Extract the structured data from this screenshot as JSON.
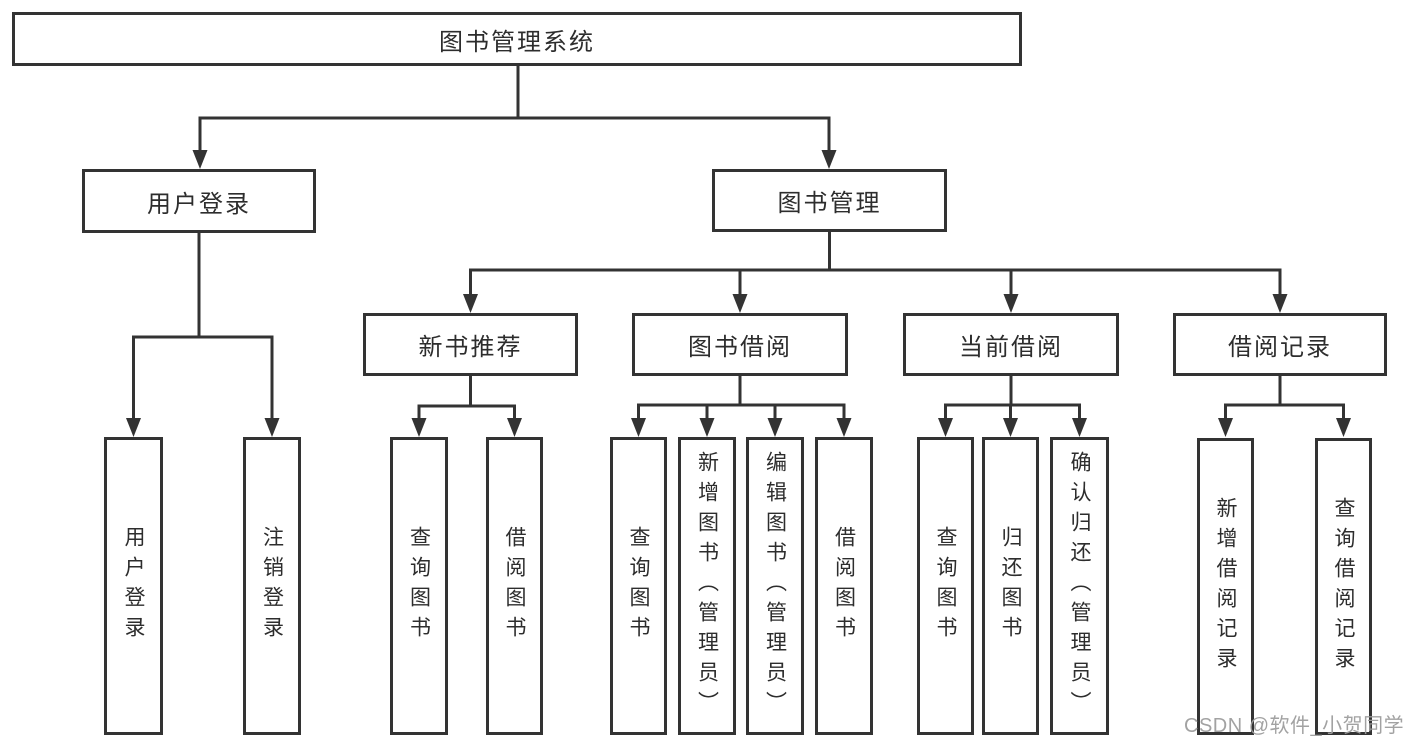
{
  "title": {
    "label": "图书管理系统"
  },
  "level2": [
    {
      "label": "用户登录"
    },
    {
      "label": "图书管理"
    }
  ],
  "level3": [
    {
      "label": "新书推荐"
    },
    {
      "label": "图书借阅"
    },
    {
      "label": "当前借阅"
    },
    {
      "label": "借阅记录"
    }
  ],
  "leaves": [
    {
      "label": "用户登录"
    },
    {
      "label": "注销登录"
    },
    {
      "label": "查询图书"
    },
    {
      "label": "借阅图书"
    },
    {
      "label": "查询图书"
    },
    {
      "label": "新增图书（管理员）"
    },
    {
      "label": "编辑图书（管理员）"
    },
    {
      "label": "借阅图书"
    },
    {
      "label": "查询图书"
    },
    {
      "label": "归还图书"
    },
    {
      "label": "确认归还（管理员）"
    },
    {
      "label": "新增借阅记录"
    },
    {
      "label": "查询借阅记录"
    }
  ],
  "watermark": {
    "text": "CSDN @软件_小贺同学"
  },
  "colors": {
    "line": "#333333",
    "border": "#333333",
    "text": "#2d2d2d",
    "watermark": "#9e9e9e",
    "background": "#ffffff"
  }
}
